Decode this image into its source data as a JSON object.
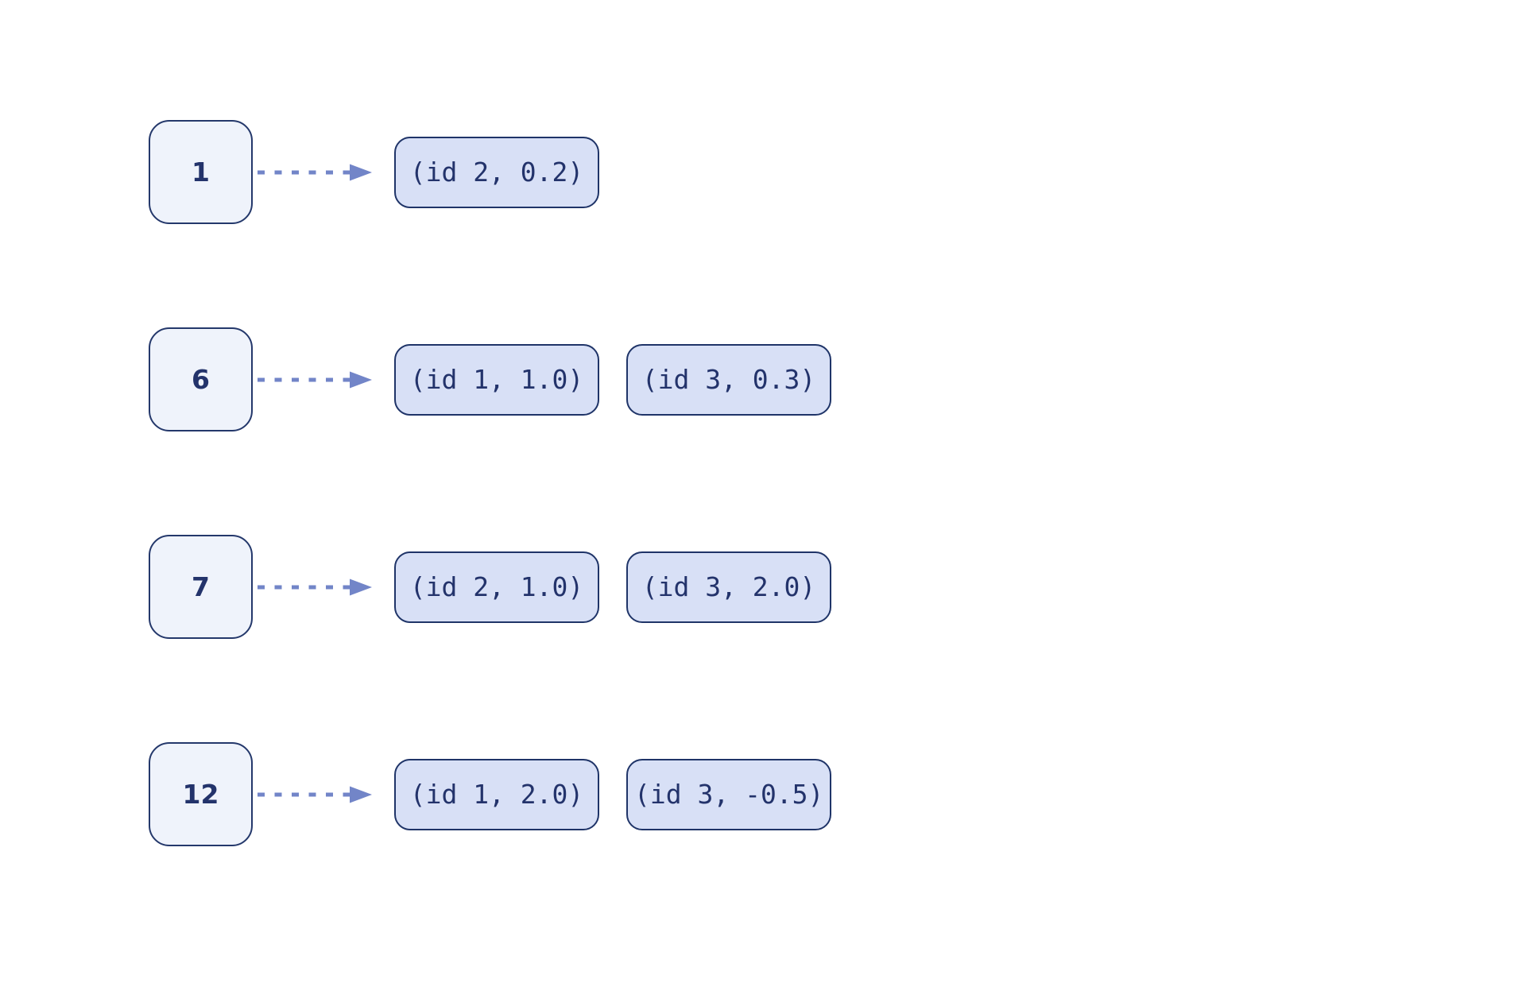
{
  "diagram": {
    "type": "adjacency-list",
    "background": "#ffffff",
    "colors": {
      "node_fill": "#EFF3FB",
      "node_border": "#24386B",
      "entry_fill": "#D8E0F6",
      "entry_border": "#1F3468",
      "text": "#23336B",
      "arrow": "#7285C8"
    },
    "icons": {
      "row_arrow": "dashed-right-arrow-icon"
    },
    "rows": [
      {
        "key": "1",
        "entries": [
          "(id 2, 0.2)"
        ]
      },
      {
        "key": "6",
        "entries": [
          "(id 1, 1.0)",
          "(id 3, 0.3)"
        ]
      },
      {
        "key": "7",
        "entries": [
          "(id 2, 1.0)",
          "(id 3, 2.0)"
        ]
      },
      {
        "key": "12",
        "entries": [
          "(id 1, 2.0)",
          "(id 3, -0.5)"
        ]
      }
    ]
  }
}
